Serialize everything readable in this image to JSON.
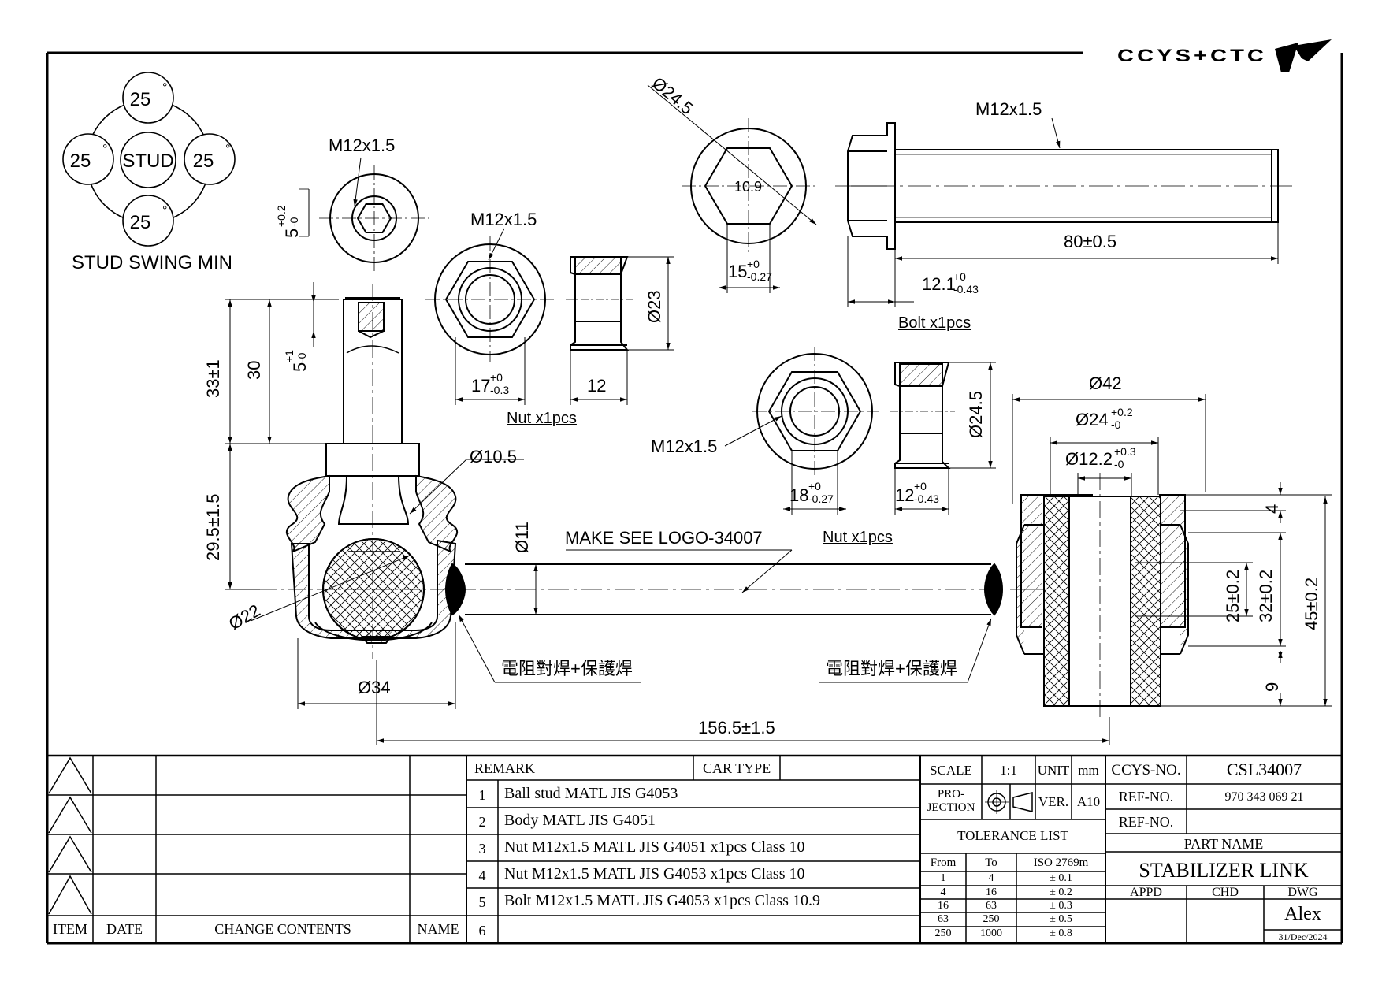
{
  "logo_text": "CCYS+CTC",
  "swing": {
    "center": "STUD",
    "angles": [
      "25",
      "25",
      "25",
      "25"
    ],
    "degree": "°",
    "caption": "STUD SWING MIN"
  },
  "dims": {
    "stud_thread": "M12x1.5",
    "hex_depth": "5",
    "hex_depth_tol_u": "+0.2",
    "hex_depth_tol_l": "-0",
    "stud_33": "33±1",
    "stud_30": "30",
    "stud_5": "5",
    "stud_5_tol_u": "+1",
    "stud_5_tol_l": "-0",
    "stud_29": "29.5±1.5",
    "ball_d105": "Ø10.5",
    "ball_d22": "Ø22",
    "body_d34": "Ø34",
    "rod_d11": "Ø11",
    "rod_logo": "MAKE SEE LOGO-34007",
    "weld_left": "電阻對焊+保護焊",
    "weld_right": "電阻對焊+保護焊",
    "overall": "156.5±1.5",
    "nut1_thread": "M12x1.5",
    "nut1_17": "17",
    "nut1_17_tol_u": "+0",
    "nut1_17_tol_l": "-0.3",
    "nut1_12": "12",
    "nut1_d23": "Ø23",
    "nut1_label": "Nut x1pcs",
    "bolt_d245": "Ø24.5",
    "bolt_grade": "10.9",
    "bolt_15": "15",
    "bolt_15_tol_u": "+0",
    "bolt_15_tol_l": "-0.27",
    "bolt_thread": "M12x1.5",
    "bolt_80": "80±0.5",
    "bolt_121": "12.1",
    "bolt_121_tol_u": "+0",
    "bolt_121_tol_l": "-0.43",
    "bolt_label": "Bolt x1pcs",
    "nut2_thread": "M12x1.5",
    "nut2_18": "18",
    "nut2_18_tol_u": "+0",
    "nut2_18_tol_l": "-0.27",
    "nut2_12": "12",
    "nut2_12_tol_u": "+0",
    "nut2_12_tol_l": "-0.43",
    "nut2_d245": "Ø24.5",
    "nut2_label": "Nut x1pcs",
    "bush_d42": "Ø42",
    "bush_d24": "Ø24",
    "bush_d24_tol_u": "+0.2",
    "bush_d24_tol_l": "-0",
    "bush_d122": "Ø12.2",
    "bush_d122_tol_u": "+0.3",
    "bush_d122_tol_l": "-0",
    "bush_4": "4",
    "bush_25": "25±0.2",
    "bush_32": "32±0.2",
    "bush_45": "45±0.2",
    "bush_9": "9"
  },
  "revision": {
    "headers": [
      "ITEM",
      "DATE",
      "CHANGE CONTENTS",
      "NAME"
    ]
  },
  "remarks": {
    "header_remark": "REMARK",
    "header_car": "CAR TYPE",
    "items": [
      {
        "no": "1",
        "text": "Ball stud MATL JIS G4053"
      },
      {
        "no": "2",
        "text": "Body MATL JIS G4051"
      },
      {
        "no": "3",
        "text": "Nut M12x1.5 MATL JIS G4051 x1pcs Class 10"
      },
      {
        "no": "4",
        "text": "Nut M12x1.5 MATL JIS G4053 x1pcs Class 10"
      },
      {
        "no": "5",
        "text": "Bolt M12x1.5 MATL JIS G4053 x1pcs Class 10.9"
      },
      {
        "no": "6",
        "text": ""
      }
    ]
  },
  "spec": {
    "scale_label": "SCALE",
    "scale_value": "1:1",
    "unit_label": "UNIT",
    "unit_value": "mm",
    "projection_l1": "PRO-",
    "projection_l2": "JECTION",
    "ver_label": "VER.",
    "ver_value": "A10",
    "tol_title": "TOLERANCE LIST",
    "tol_headers": [
      "From",
      "To",
      "ISO 2769m"
    ],
    "tol_rows": [
      [
        "1",
        "4",
        "± 0.1"
      ],
      [
        "4",
        "16",
        "± 0.2"
      ],
      [
        "16",
        "63",
        "± 0.3"
      ],
      [
        "63",
        "250",
        "± 0.5"
      ],
      [
        "250",
        "1000",
        "± 0.8"
      ]
    ]
  },
  "title": {
    "ccys_label": "CCYS-NO.",
    "ccys_value": "CSL34007",
    "ref1_label": "REF-NO.",
    "ref1_value": "970 343 069 21",
    "ref2_label": "REF-NO.",
    "ref2_value": "",
    "partname_label": "PART NAME",
    "partname_value": "STABILIZER LINK",
    "appd": "APPD",
    "chd": "CHD",
    "dwg": "DWG",
    "drawer": "Alex",
    "date": "31/Dec/2024"
  }
}
